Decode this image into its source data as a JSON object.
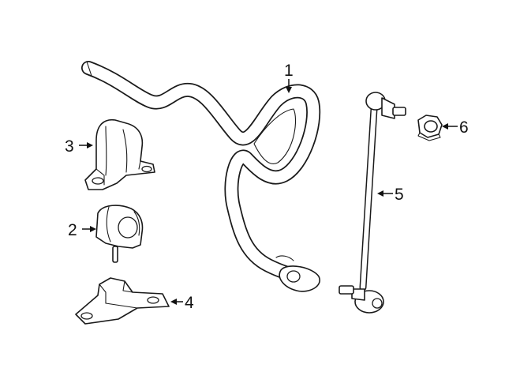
{
  "diagram": {
    "callouts": [
      {
        "id": "1",
        "label": "1"
      },
      {
        "id": "2",
        "label": "2"
      },
      {
        "id": "3",
        "label": "3"
      },
      {
        "id": "4",
        "label": "4"
      },
      {
        "id": "5",
        "label": "5"
      },
      {
        "id": "6",
        "label": "6"
      }
    ]
  },
  "colors": {
    "line": "#1a1a1a",
    "fill": "#ffffff"
  }
}
